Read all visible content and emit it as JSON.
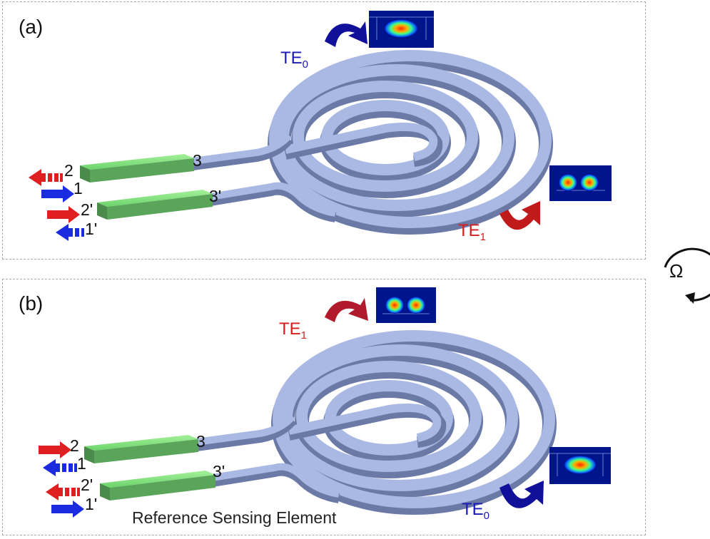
{
  "panel_a": {
    "label": "(a)",
    "top_mode": "TE",
    "top_mode_sub": "0",
    "bottom_mode": "TE",
    "bottom_mode_sub": "1"
  },
  "panel_b": {
    "label": "(b)",
    "top_mode": "TE",
    "top_mode_sub": "1",
    "bottom_mode": "TE",
    "bottom_mode_sub": "0",
    "caption": "Reference Sensing Element"
  },
  "ports": {
    "p1": "1",
    "p2": "2",
    "p3": "3",
    "p1p": "1'",
    "p2p": "2'",
    "p3p": "3'"
  },
  "rotation_symbol": "Ω",
  "colors": {
    "waveguide": "#aab9e3",
    "waveguide_edge": "#6f7fb0",
    "grating": "#7fdf7f",
    "te0_arrow": "#1414b4",
    "te1_arrow": "#c81e1e"
  }
}
